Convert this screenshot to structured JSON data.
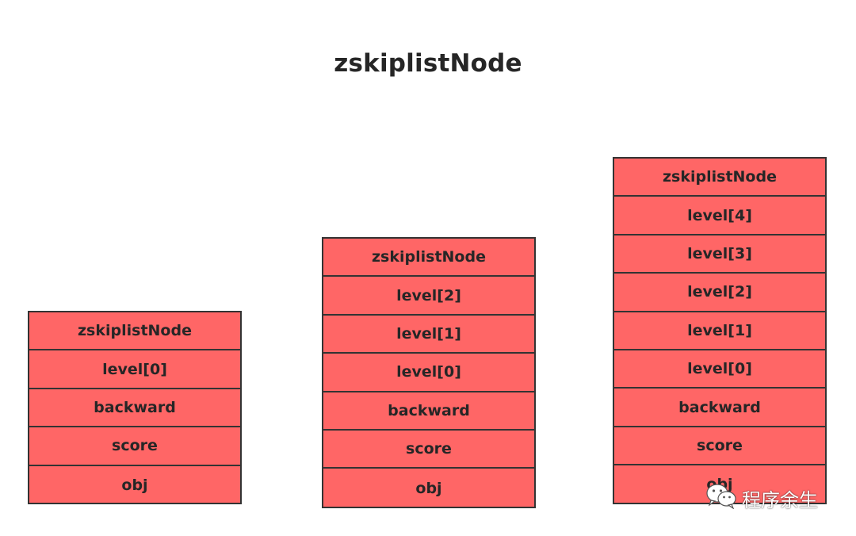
{
  "title": "zskiplistNode",
  "nodes": [
    {
      "rows": [
        "zskiplistNode",
        "level[0]",
        "backward",
        "score",
        "obj"
      ]
    },
    {
      "rows": [
        "zskiplistNode",
        "level[2]",
        "level[1]",
        "level[0]",
        "backward",
        "score",
        "obj"
      ]
    },
    {
      "rows": [
        "zskiplistNode",
        "level[4]",
        "level[3]",
        "level[2]",
        "level[1]",
        "level[0]",
        "backward",
        "score",
        "obj"
      ]
    }
  ],
  "watermark": {
    "icon": "wechat-icon",
    "text": "程序余生"
  },
  "colors": {
    "node_fill": "#ff6666",
    "node_border": "#333333",
    "text": "#262626"
  }
}
